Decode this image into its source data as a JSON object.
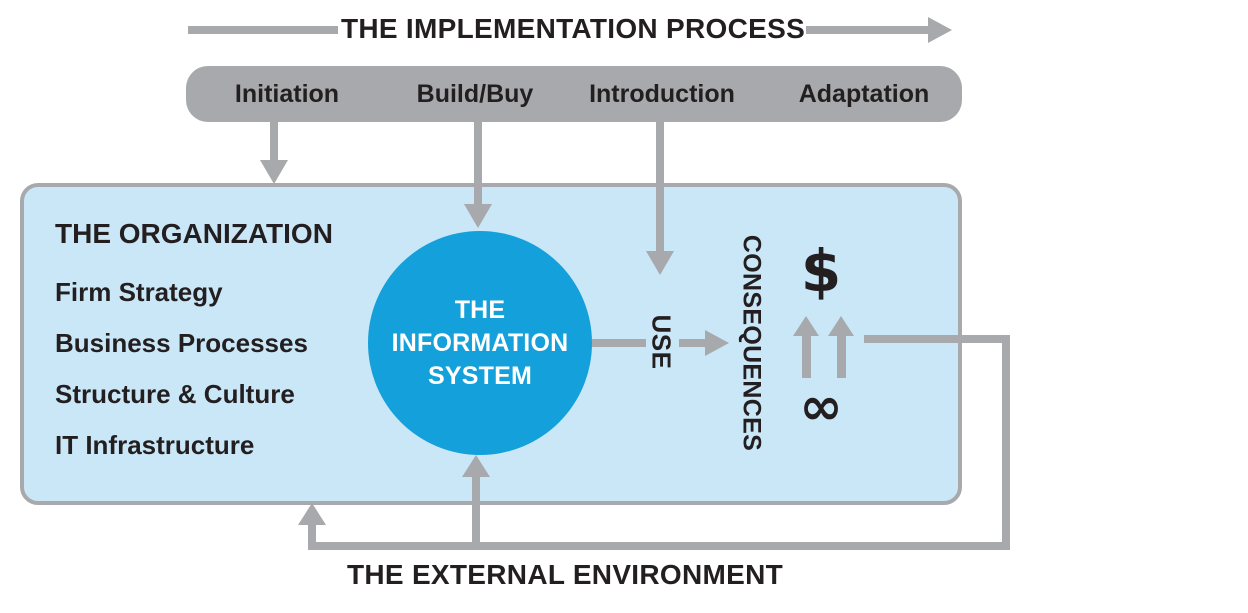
{
  "title": "THE IMPLEMENTATION PROCESS",
  "process_bar": {
    "stages": [
      "Initiation",
      "Build/Buy",
      "Introduction",
      "Adaptation"
    ]
  },
  "organization": {
    "title": "THE ORGANIZATION",
    "items": [
      "Firm Strategy",
      "Business Processes",
      "Structure & Culture",
      "IT Infrastructure"
    ]
  },
  "information_system": {
    "label": "THE\nINFORMATION\nSYSTEM"
  },
  "flow": {
    "use_label": "USE",
    "consequences_label": "CONSEQUENCES",
    "dollar_symbol": "$",
    "infinity_symbol": "∞"
  },
  "external_environment_label": "THE EXTERNAL ENVIRONMENT",
  "colors": {
    "arrow_gray": "#a7a9ac",
    "organization_fill": "#cae7f8",
    "organization_border": "#a7a9ac",
    "system_circle": "#14a0da",
    "text": "#231f20",
    "circle_text": "#ffffff"
  }
}
